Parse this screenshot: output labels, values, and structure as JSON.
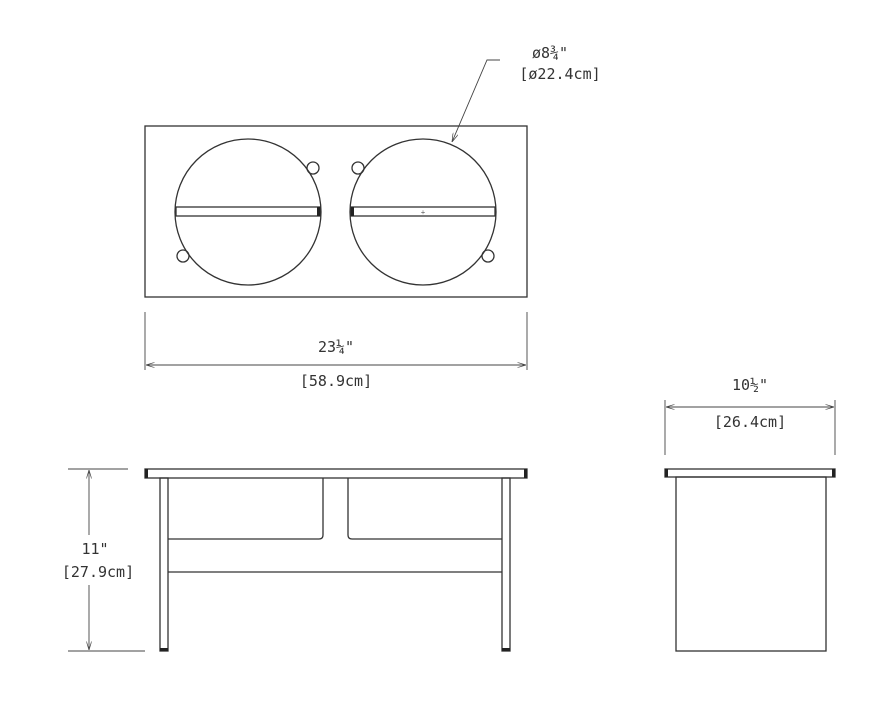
{
  "top_view": {
    "bowl_diameter_imperial": "ø8¾\"",
    "bowl_diameter_metric": "[ø22.4cm]",
    "width_imperial": "23¼\"",
    "width_metric": "[58.9cm]"
  },
  "front_view": {
    "height_imperial": "11\"",
    "height_metric": "[27.9cm]"
  },
  "side_view": {
    "depth_imperial": "10½\"",
    "depth_metric": "[26.4cm]"
  }
}
